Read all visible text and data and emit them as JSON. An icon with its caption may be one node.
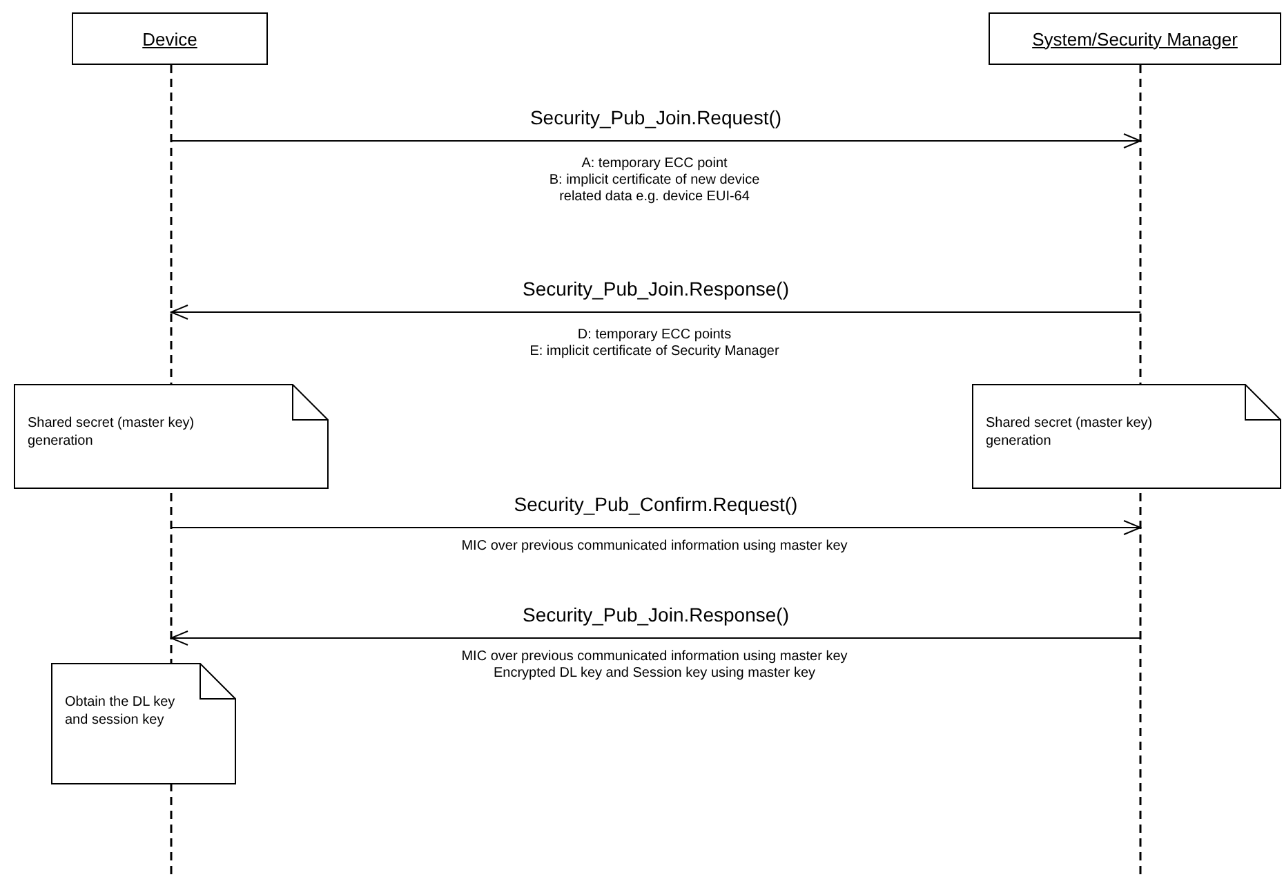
{
  "diagram": {
    "nodes": [
      {
        "text": [
          "Device"
        ]
      },
      {
        "text": [
          "System/Security Manager"
        ]
      },
      {
        "text": [
          "Shared secret (master key) generation"
        ]
      },
      {
        "text": [
          "Shared secret (master key) generation"
        ]
      },
      {
        "text": [
          "Obtain the DL key and session key"
        ]
      }
    ],
    "edges": [
      {
        "from": 0,
        "to": 1,
        "arrow": "to",
        "label": "Security_Pub_Join.Request()"
      },
      {
        "from": 1,
        "to": 0,
        "arrow": "to",
        "label": "Security_Pub_Join.Response()"
      },
      {
        "from": 0,
        "to": 1,
        "arrow": "to",
        "label": "Security_Pub_Confirm.Request()"
      },
      {
        "from": 1,
        "to": 0,
        "arrow": "to",
        "label": "Security_Pub_Join.Response()"
      }
    ],
    "labels": [
      "A: temporary ECC point",
      "B: implicit certificate of new device",
      "related data e.g. device EUI-64",
      "D: temporary ECC points",
      "E: implicit certificate of Security Manager",
      "MIC over previous communicated information using master key",
      "MIC over previous communicated information using master key",
      "Encrypted DL key and Session key using master key"
    ]
  }
}
